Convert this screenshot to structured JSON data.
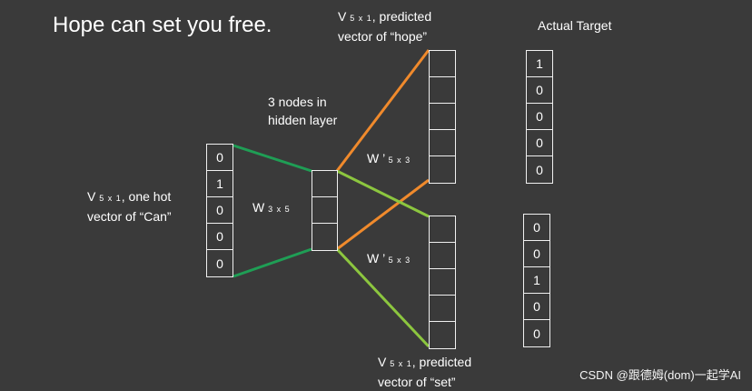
{
  "title": "Hope can set you free.",
  "input_label": {
    "prefix": "V",
    "sub": "5 x 1",
    "suffix": ", one hot",
    "line2": "vector of “Can”"
  },
  "hidden_label": {
    "line1": "3 nodes in",
    "line2": "hidden layer"
  },
  "w_label": {
    "prefix": "W",
    "sub": "3 x 5"
  },
  "w_prime_label": {
    "prefix": "W ’",
    "sub": "5 x 3"
  },
  "hope_label": {
    "prefix": "V",
    "sub": "5 x 1",
    "suffix": ", predicted",
    "line2": "vector of “hope”"
  },
  "set_label": {
    "prefix": "V",
    "sub": "5 x 1",
    "suffix": ", predicted",
    "line2": "vector of “set”"
  },
  "actual_target_label": "Actual Target",
  "input_vector": [
    "0",
    "1",
    "0",
    "0",
    "0"
  ],
  "hidden_vector": [
    "",
    "",
    ""
  ],
  "output_hope": [
    "",
    "",
    "",
    "",
    ""
  ],
  "output_set": [
    "",
    "",
    "",
    "",
    ""
  ],
  "target_hope": [
    "1",
    "0",
    "0",
    "0",
    "0"
  ],
  "target_set": [
    "0",
    "0",
    "1",
    "0",
    "0"
  ],
  "watermark": "CSDN @跟德姆(dom)一起学AI",
  "colors": {
    "background": "#3a3a3a",
    "input_to_hidden": "#1f9e55",
    "hidden_to_hope": "#f08a2c",
    "hidden_to_set": "#8cc63f"
  }
}
